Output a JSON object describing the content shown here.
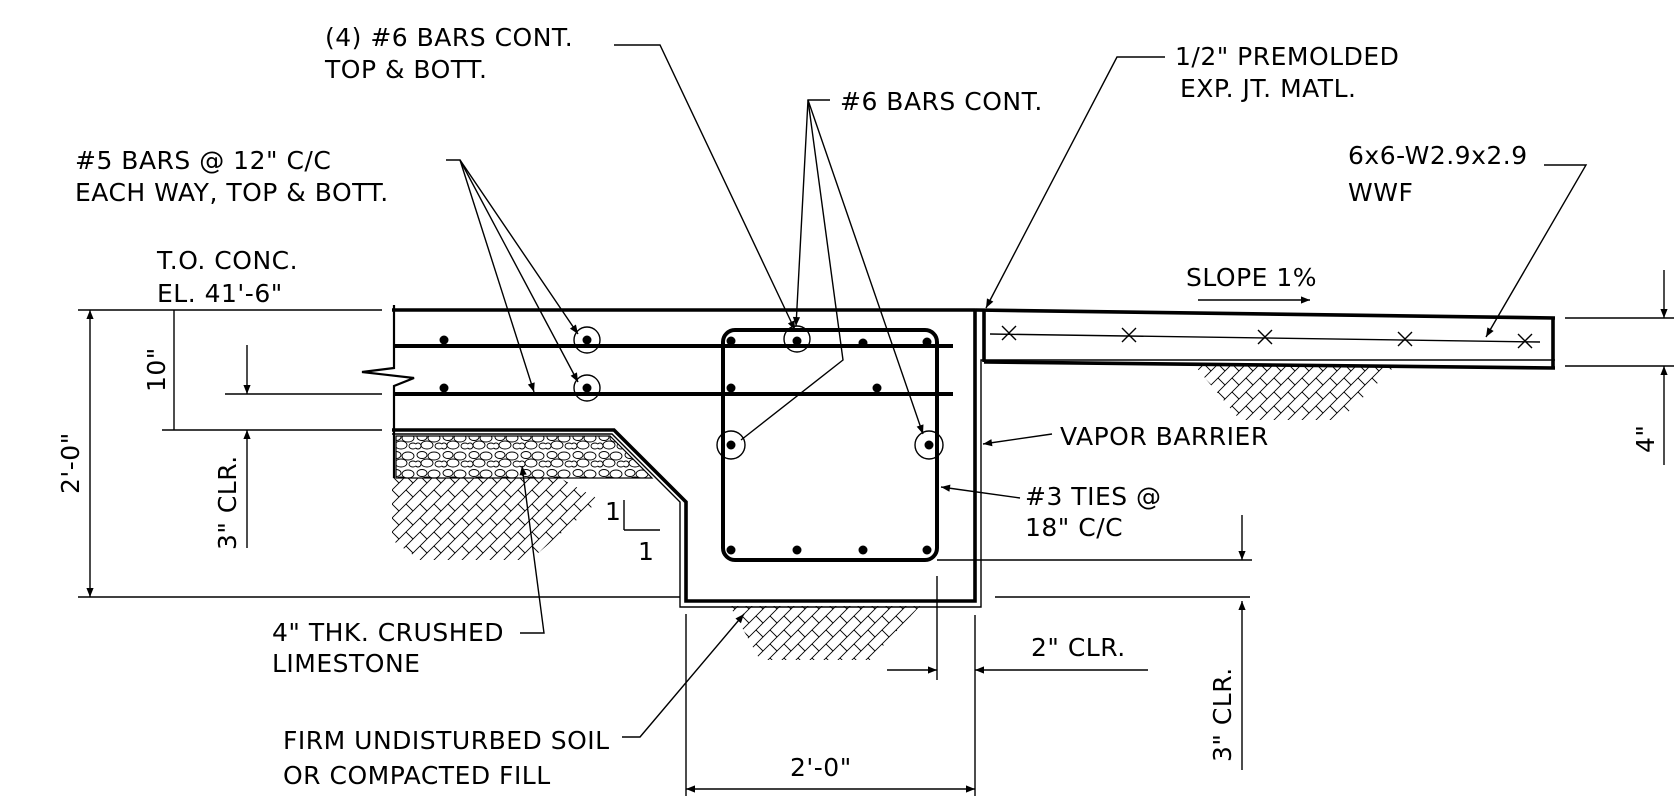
{
  "labels": {
    "bars_top_bott_1": "(4) #6 BARS CONT.",
    "bars_top_bott_2": "TOP & BOTT.",
    "bars_cont": "#6 BARS CONT.",
    "premolded_1": "1/2\" PREMOLDED",
    "premolded_2": "EXP. JT. MATL.",
    "wwf_1": "6x6-W2.9x2.9",
    "wwf_2": "WWF",
    "bars5_1": "#5 BARS @ 12\" C/C",
    "bars5_2": "EACH WAY, TOP & BOTT.",
    "to_conc_1": "T.O. CONC.",
    "to_conc_2": "EL. 41'-6\"",
    "slope": "SLOPE 1%",
    "vapor_barrier": "VAPOR BARRIER",
    "ties_1": "#3 TIES @",
    "ties_2": "18\" C/C",
    "limestone_1": "4\" THK. CRUSHED",
    "limestone_2": "LIMESTONE",
    "soil_1": "FIRM UNDISTURBED SOIL",
    "soil_2": "OR COMPACTED FILL"
  },
  "dimensions": {
    "slab_thickness": "10\"",
    "total_depth": "2'-0\"",
    "clr_3_left": "3\" CLR.",
    "clr_2": "2\" CLR.",
    "clr_3_right": "3\" CLR.",
    "beam_width": "2'-0\"",
    "walk_thickness": "4\"",
    "slope_rise": "1",
    "slope_run": "1"
  }
}
